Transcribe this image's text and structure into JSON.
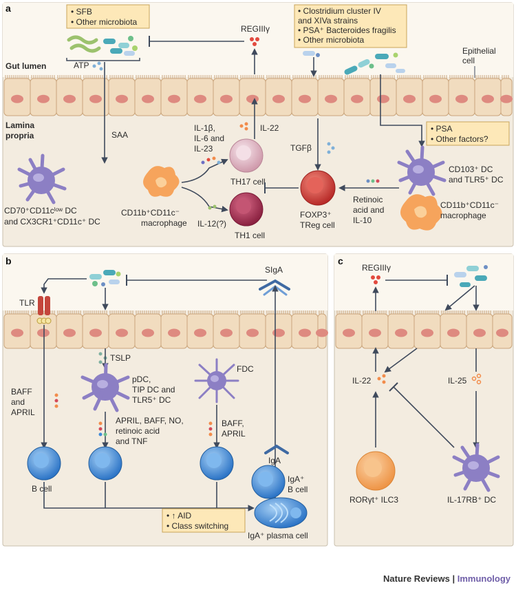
{
  "panel_a": {
    "letter": "a",
    "gut_lumen": "Gut lumen",
    "lamina_propria": [
      "Lamina",
      "propria"
    ],
    "box_left": [
      "• SFB",
      "• Other microbiota"
    ],
    "box_right": [
      "• Clostridium cluster IV",
      "  and XIVa strains",
      "• PSA⁺ Bacteroides fragilis",
      "• Other microbiota"
    ],
    "box_mid": [
      "• PSA",
      "• Other factors?"
    ],
    "regiiig": "REGIIIγ",
    "atp": "ATP",
    "epithelial_cell": [
      "Epithelial",
      "cell"
    ],
    "saa": "SAA",
    "cytokines_th17": [
      "IL-1β,",
      "IL-6 and",
      "IL-23"
    ],
    "il22": "IL-22",
    "tgfb": "TGFβ",
    "th17_cell": "TH17 cell",
    "th1_cell": "TH1 cell",
    "il12": "IL-12(?)",
    "foxp3_treg": [
      "FOXP3⁺",
      "TReg cell"
    ],
    "retinoic": [
      "Retinoic",
      "acid and",
      "IL-10"
    ],
    "dc_left": [
      "CD70⁺CD11cˡᵒʷ DC",
      "and CX3CR1⁺CD11c⁺ DC"
    ],
    "macrophage_mid": [
      "CD11b⁺CD11c⁻",
      "macrophage"
    ],
    "dc_right": [
      "CD103⁺ DC",
      "and TLR5⁺ DC"
    ],
    "macrophage_right": [
      "CD11b⁺CD11c⁻",
      "macrophage"
    ]
  },
  "panel_b": {
    "letter": "b",
    "tlr": "TLR",
    "siga": "SIgA",
    "tslp": "TSLP",
    "baff_april": [
      "BAFF",
      "and",
      "APRIL"
    ],
    "pdc": [
      "pDC,",
      "TIP DC and",
      "TLR5⁺ DC"
    ],
    "fdc": "FDC",
    "april_etc": [
      "APRIL, BAFF, NO,",
      "retinoic acid",
      "and TNF"
    ],
    "baff_april2": [
      "BAFF,",
      "APRIL"
    ],
    "iga": "IgA",
    "iga_b_cell": [
      "IgA⁺",
      "B cell"
    ],
    "b_cell": "B cell",
    "box_aid": [
      "• ↑ AID",
      "• Class switching"
    ],
    "plasma": "IgA⁺ plasma cell"
  },
  "panel_c": {
    "letter": "c",
    "regiiig": "REGIIIγ",
    "il22": "IL-22",
    "il25": "IL-25",
    "ilc3": "RORγt⁺ ILC3",
    "il17rb": "IL-17RB⁺ DC"
  },
  "footer": {
    "journal": "Nature Reviews",
    "separator": " | ",
    "subject": "Immunology"
  },
  "colors": {
    "panel_bg": "#f3ece0",
    "lumen_bg": "#fbf7ef",
    "epithelium": "#f1dcbf",
    "nucleus": "#de8a80",
    "box": "#fde8b8",
    "arrow": "#3f4a5c",
    "dc": "#8c7fc4",
    "macrophage": "#f6a45c",
    "th17": "#e6c4cf",
    "th1": "#b23a5b",
    "treg": "#d94a43",
    "bcell": "#3f8ad8",
    "ilc3": "#f3a766"
  }
}
